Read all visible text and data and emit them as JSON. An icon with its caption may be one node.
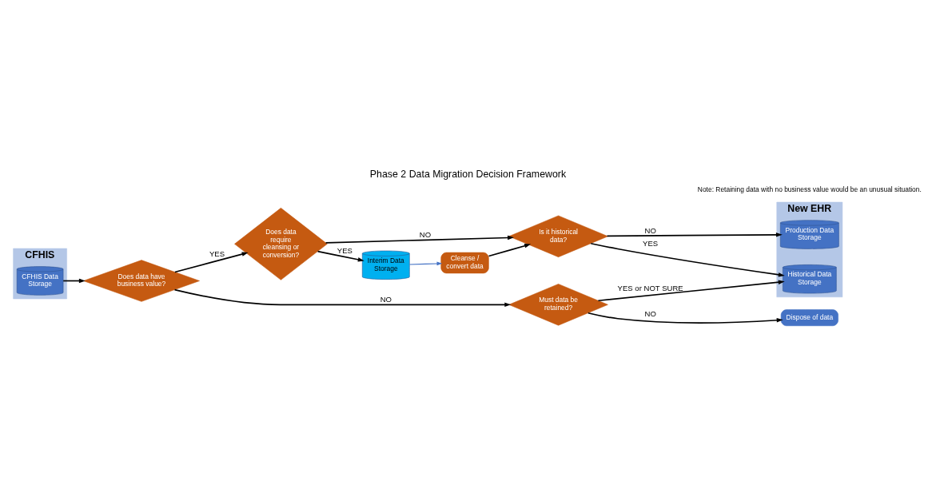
{
  "diagram": {
    "title": "Phase 2 Data Migration Decision Framework",
    "nodes": [
      {
        "text": [
          "CFHIS"
        ]
      },
      {
        "text": [
          "CFHIS Data Storage"
        ],
        "in": 0
      },
      {
        "text": [
          "Does data have business value?"
        ]
      },
      {
        "text": [
          "Does data require cleansing or conversion?"
        ]
      },
      {
        "text": [
          "Is it historical data?"
        ]
      },
      {
        "text": [
          "New EHR"
        ]
      },
      {
        "text": [
          "Production Data Storage"
        ],
        "in": 5
      },
      {
        "text": [
          "Historical Data Storage"
        ],
        "in": 5
      },
      {
        "text": [
          "Interim Data Storage"
        ]
      },
      {
        "text": [
          "Cleanse / convert data"
        ]
      },
      {
        "text": [
          "Must data be retained?"
        ]
      },
      {
        "text": [
          "Dispose of data"
        ]
      }
    ],
    "edges": [
      {
        "from": 1,
        "to": 2,
        "arrow": "to"
      },
      {
        "from": 2,
        "to": 3,
        "arrow": "to",
        "label": "YES"
      },
      {
        "from": 3,
        "to": 4,
        "arrow": "to",
        "label": "NO"
      },
      {
        "from": 4,
        "to": 6,
        "arrow": "to",
        "label": "NO"
      },
      {
        "from": 4,
        "to": 7,
        "arrow": "to",
        "label": "YES"
      },
      {
        "from": 3,
        "to": 8,
        "arrow": "to",
        "label": "YES"
      },
      {
        "from": 8,
        "to": 9,
        "arrow": "to",
        "color": "#4472c4"
      },
      {
        "from": 9,
        "to": 4,
        "arrow": "to"
      },
      {
        "from": 2,
        "to": 10,
        "arrow": "to",
        "label": "NO"
      },
      {
        "from": 10,
        "to": 7,
        "arrow": "to",
        "label": "YES or NOT SURE"
      },
      {
        "from": 10,
        "to": 11,
        "arrow": "to",
        "label": "NO"
      }
    ],
    "labels": [
      "Note: Retaining data with no business value would be an unusual situation."
    ]
  }
}
